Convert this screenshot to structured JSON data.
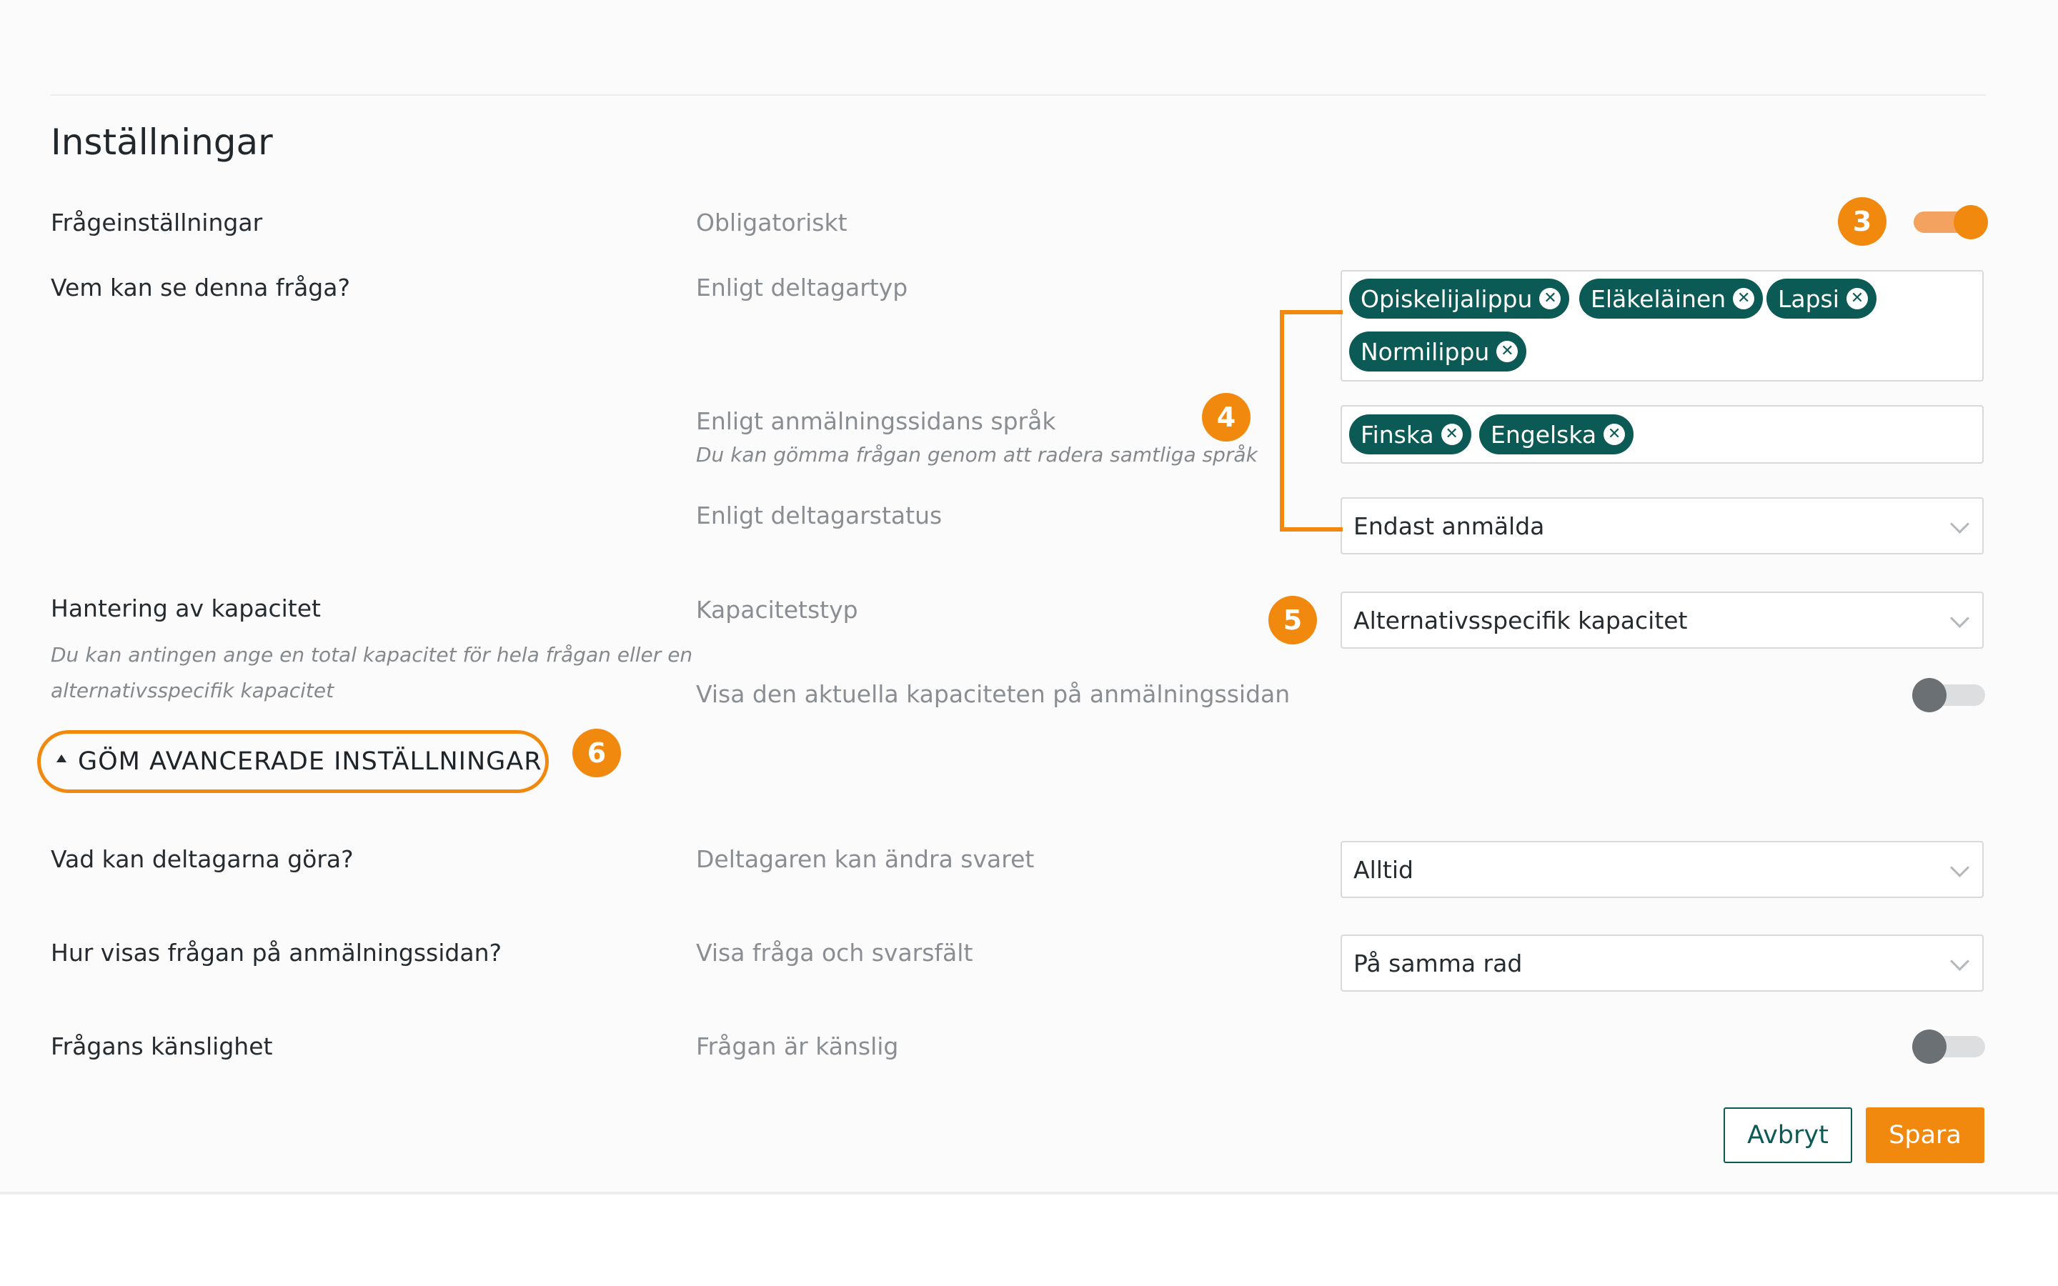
{
  "page": {
    "title": "Inställningar"
  },
  "rows": {
    "question_settings": {
      "label": "Frågeinställningar",
      "setting": "Obligatoriskt",
      "toggle_on": true
    },
    "visibility": {
      "label": "Vem kan se denna fråga?",
      "by_participant_type": {
        "label": "Enligt deltagartyp",
        "chips": [
          "Opiskelijalippu",
          "Eläkeläinen",
          "Lapsi",
          "Normilippu"
        ]
      },
      "by_language": {
        "label": "Enligt anmälningssidans språk",
        "hint": "Du kan gömma frågan genom att radera samtliga språk",
        "chips": [
          "Finska",
          "Engelska"
        ]
      },
      "by_status": {
        "label": "Enligt deltagarstatus",
        "selected": "Endast anmälda"
      }
    },
    "capacity": {
      "label": "Hantering av kapacitet",
      "hint_line1": "Du kan antingen ange en total kapacitet för hela frågan eller en",
      "hint_line2": "alternativsspecifik kapacitet",
      "type_label": "Kapacitetstyp",
      "type_selected": "Alternativsspecifik kapacitet",
      "show_label": "Visa den aktuella kapaciteten på anmälningssidan",
      "show_toggle_on": false
    },
    "advanced_toggle": {
      "label": "GÖM AVANCERADE INSTÄLLNINGAR"
    },
    "participant_actions": {
      "label": "Vad kan deltagarna göra?",
      "setting": "Deltagaren kan ändra svaret",
      "selected": "Alltid"
    },
    "display": {
      "label": "Hur visas frågan på anmälningssidan?",
      "setting": "Visa fråga och svarsfält",
      "selected": "På samma rad"
    },
    "sensitivity": {
      "label": "Frågans känslighet",
      "setting": "Frågan är känslig",
      "toggle_on": false
    }
  },
  "badges": {
    "b3": "3",
    "b4": "4",
    "b5": "5",
    "b6": "6"
  },
  "buttons": {
    "cancel": "Avbryt",
    "save": "Spara"
  },
  "colors": {
    "accent_orange": "#f2890f",
    "chip_teal": "#0c5a55",
    "toggle_off": "#6b7075"
  },
  "icons": {
    "chip_remove": "close-circle-icon",
    "select_arrow": "chevron-down-icon",
    "advanced_caret": "caret-up-icon"
  }
}
